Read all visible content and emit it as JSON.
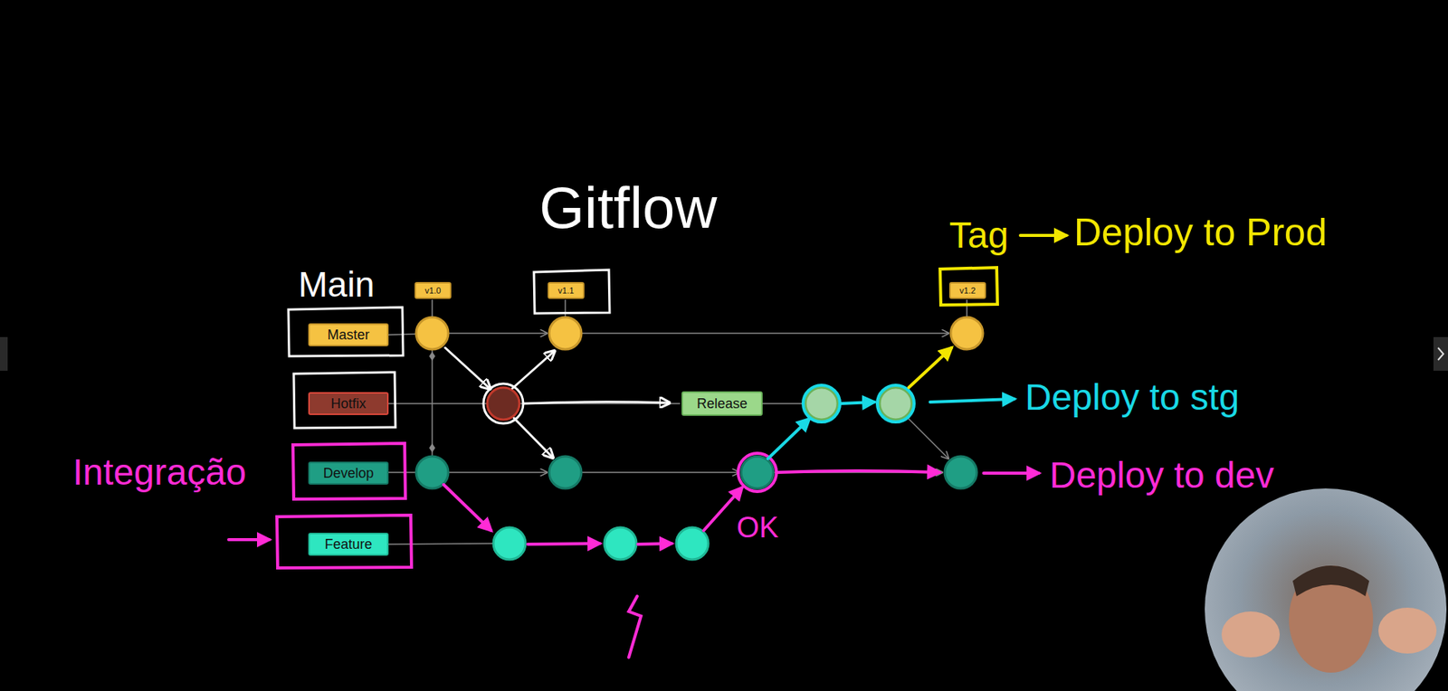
{
  "diagram": {
    "title": "Gitflow",
    "nodes": [
      {
        "text": [
          "Master"
        ]
      },
      {
        "text": [
          "v1.0"
        ]
      },
      {
        "text": [
          "v1.1"
        ]
      },
      {
        "text": [
          "v1.2"
        ]
      },
      {
        "text": [
          "Hotfix"
        ]
      },
      {
        "text": [
          "Release"
        ]
      },
      {
        "text": [
          "Develop"
        ]
      },
      {
        "text": [
          "Feature"
        ]
      }
    ],
    "labels": [
      "Main",
      "Tag",
      "Deploy to Prod",
      "Deploy to stg",
      "Integração",
      "Deploy to dev",
      "OK"
    ]
  }
}
